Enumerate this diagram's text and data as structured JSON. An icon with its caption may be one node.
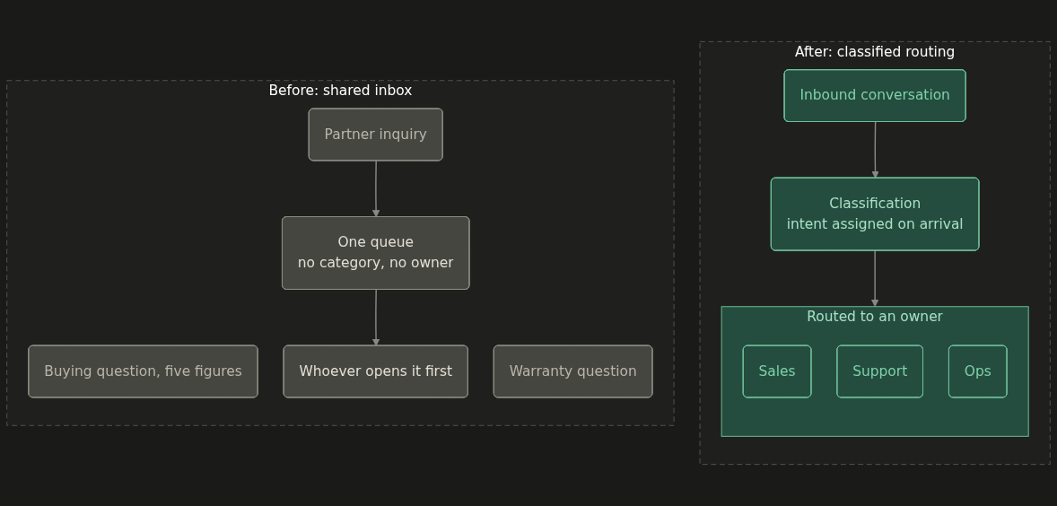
{
  "diagram": {
    "nodes": [
      {
        "text": [
          "Before: shared inbox"
        ]
      },
      {
        "text": [
          "Buying question, five figures"
        ],
        "in": 0
      },
      {
        "text": [
          "Warranty question"
        ],
        "in": 0
      },
      {
        "text": [
          "Partner inquiry"
        ],
        "in": 0
      },
      {
        "text": [
          "One queue",
          "no category, no owner"
        ],
        "in": 0
      },
      {
        "text": [
          "Whoever opens it first"
        ],
        "in": 0
      },
      {
        "text": [
          "After: classified routing"
        ]
      },
      {
        "text": [
          "Inbound conversation"
        ],
        "in": 6
      },
      {
        "text": [
          "Classification",
          "intent assigned on arrival"
        ],
        "in": 6
      },
      {
        "text": [
          "Routed to an owner"
        ],
        "in": 6
      },
      {
        "text": [
          "Sales"
        ],
        "in": 9
      },
      {
        "text": [
          "Support"
        ],
        "in": 9
      },
      {
        "text": [
          "Ops"
        ],
        "in": 9
      }
    ],
    "edges": [
      {
        "from": 3,
        "to": 4,
        "arrow": "to"
      },
      {
        "from": 4,
        "to": 5,
        "arrow": "to"
      },
      {
        "from": 7,
        "to": 8,
        "arrow": "to"
      },
      {
        "from": 8,
        "to": 9,
        "arrow": "to"
      }
    ]
  }
}
